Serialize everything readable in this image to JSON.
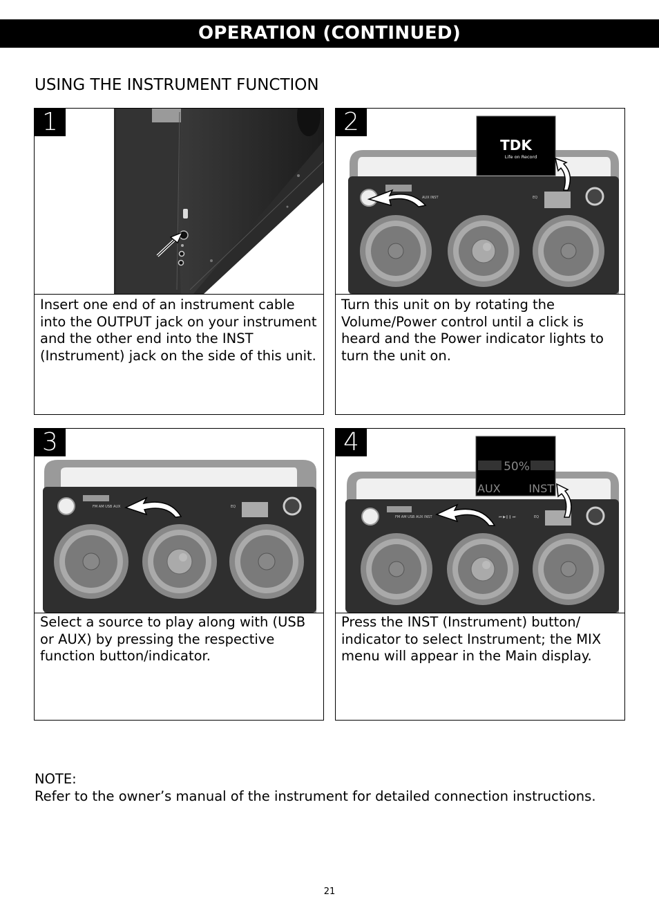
{
  "header": {
    "title": "OPERATION (CONTINUED)"
  },
  "section": {
    "title": "USING THE INSTRUMENT FUNCTION"
  },
  "steps": [
    {
      "number": "1",
      "text": "Insert one end of an instrument cable into the OUTPUT jack on your instrument and the other end into the INST (Instrument) jack on the side of this unit."
    },
    {
      "number": "2",
      "text": "Turn this unit on by rotating the Volume/Power control until a click is heard and the Power indicator lights to turn the unit on."
    },
    {
      "number": "3",
      "text": "Select a source to play along with (USB or AUX) by pressing the respective function button/indicator."
    },
    {
      "number": "4",
      "text": "Press the INST (Instrument) button/ indicator to select Instrument; the MIX menu will appear in the Main display."
    }
  ],
  "display2": {
    "brand": "TDK",
    "tagline": "Life on Record"
  },
  "display4": {
    "value": "50%",
    "left": "AUX",
    "right": "INST"
  },
  "labels2": {
    "aux_inst": "AUX   INST",
    "eq": "EQ"
  },
  "labels3": {
    "funcs": "FM    AM    USB    AUX",
    "eq": "EQ"
  },
  "labels4": {
    "funcs": "FM    AM    USB    AUX    INST",
    "transport": "⏮   ▶❙❙   ⏭",
    "eq": "EQ"
  },
  "note": {
    "label": "NOTE:",
    "text": "Refer to the owner’s manual of the instrument for detailed connection instructions."
  },
  "page_number": "21"
}
